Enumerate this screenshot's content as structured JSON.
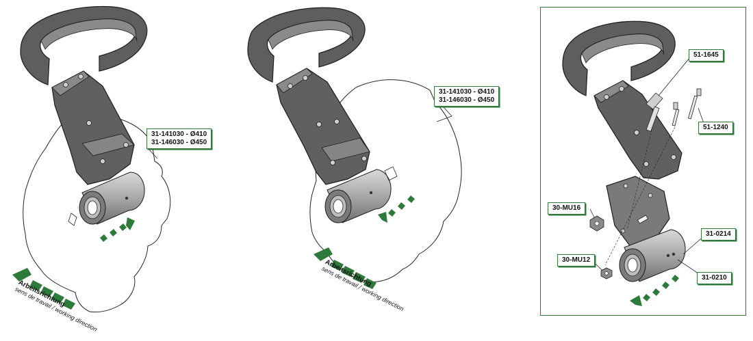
{
  "views": [
    {
      "disc_label_lines": [
        "31-141030 - Ø410",
        "31-146030 - Ø450"
      ],
      "direction_de": "Arbeitsrichtung",
      "direction_fr_en": "sens de travail / working direction"
    },
    {
      "disc_label_lines": [
        "31-141030 - Ø410",
        "31-146030 - Ø450"
      ],
      "direction_de": "Arbeitsrichtung",
      "direction_fr_en": "sens de travail / working direction"
    }
  ],
  "detail": {
    "part_labels": {
      "bolt_large": "51-1645",
      "bolt_small": "51-1240",
      "nut_m16": "30-MU16",
      "nut_m12": "30-MU12",
      "bushing": "31-0214",
      "bearing_hub": "31-0210"
    }
  },
  "colors": {
    "label_border": "#2f7a3a",
    "arrow_green": "#2e7a3b",
    "part_dark": "#5b5b5b",
    "part_light": "#8a8a8a"
  }
}
